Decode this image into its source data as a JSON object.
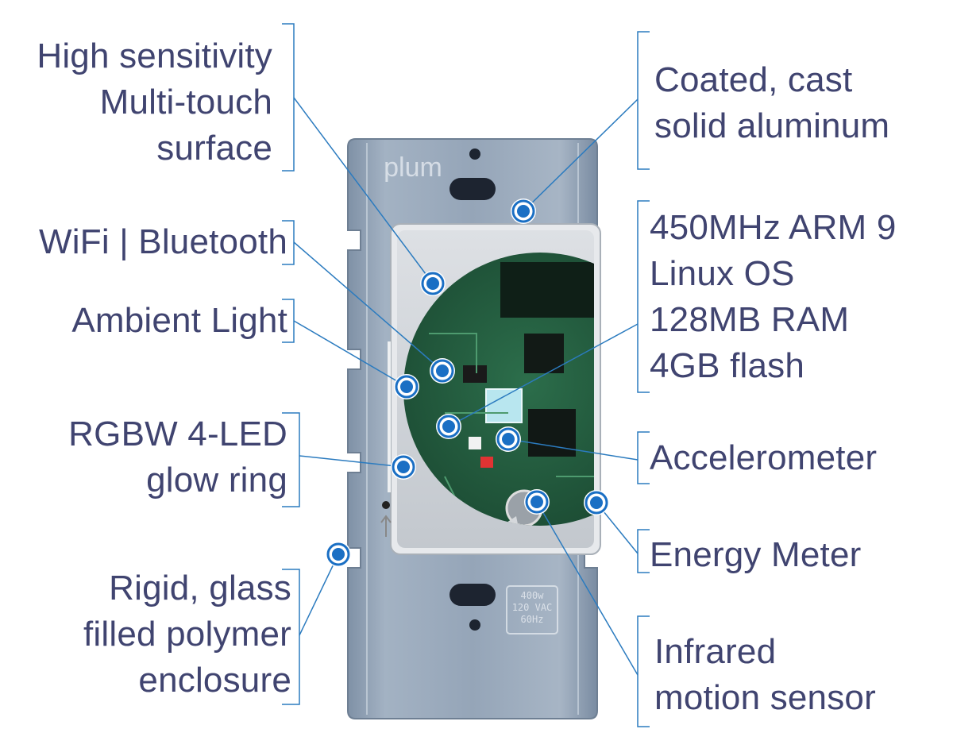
{
  "product": {
    "brand": "plum",
    "rating": "400w\n120 VAC\n60Hz"
  },
  "colors": {
    "label_text": "#404470",
    "callout_line": "#2b7bbf",
    "marker_fill": "#1a6fc4",
    "plate": "#93a3b6",
    "pcb": "#1f5a3c",
    "faceplate": "#cfd3d8"
  },
  "labels": {
    "touch_surface": "High sensitivity\nMulti-touch\nsurface",
    "wifi": "WiFi | Bluetooth",
    "ambient_light": "Ambient Light",
    "led_ring": "RGBW 4-LED\nglow ring",
    "enclosure": "Rigid, glass\nfilled polymer\nenclosure",
    "aluminum": "Coated, cast\nsolid aluminum",
    "processor": "450MHz  ARM 9\nLinux OS\n128MB RAM\n4GB flash",
    "accelerometer": "Accelerometer",
    "energy_meter": "Energy Meter",
    "motion_sensor": "Infrared\nmotion sensor"
  }
}
